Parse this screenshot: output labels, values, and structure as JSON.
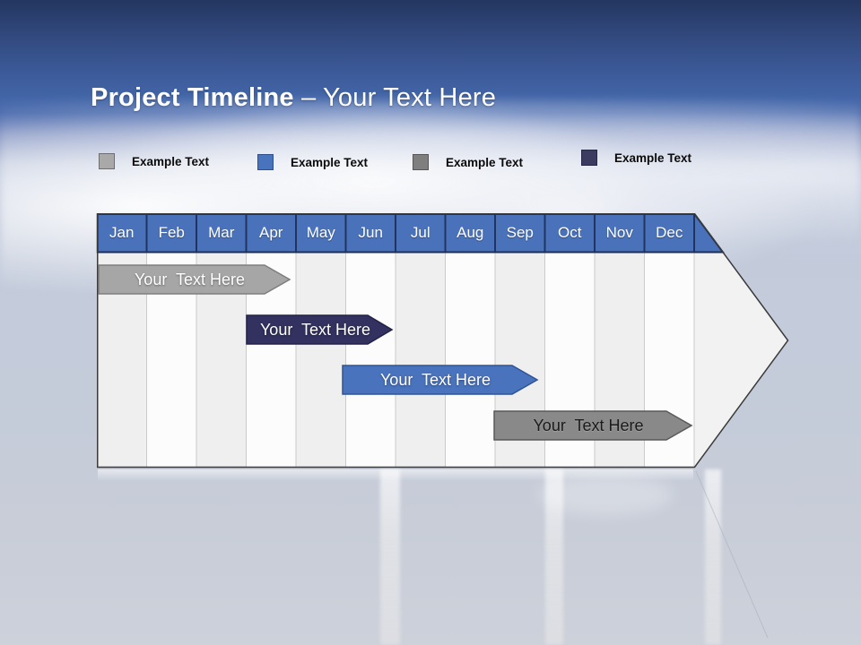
{
  "slide": {
    "title_bold": "Project Timeline",
    "title_rest": " – Your Text Here"
  },
  "legend": {
    "items": [
      {
        "label": "Example Text",
        "color": "#a9a9a9",
        "border": "#6e6e6e"
      },
      {
        "label": "Example Text",
        "color": "#4a73bd",
        "border": "#2e4f8f"
      },
      {
        "label": "Example Text",
        "color": "#7f7f7f",
        "border": "#565656"
      },
      {
        "label": "Example Text",
        "color": "#3b3b60",
        "border": "#26264a"
      }
    ]
  },
  "timeline": {
    "header_color": "#4a72ba",
    "header_border": "#1c2f57",
    "months": [
      "Jan",
      "Feb",
      "Mar",
      "Apr",
      "May",
      "Jun",
      "Jul",
      "Aug",
      "Sep",
      "Oct",
      "Nov",
      "Dec"
    ],
    "bars": [
      {
        "label": "Your  Text Here",
        "color": "#a6a6a6",
        "border": "#7e7e7e",
        "text_color": "#ffffff"
      },
      {
        "label": "Your  Text Here",
        "color": "#32315f",
        "border": "#222248",
        "text_color": "#ffffff"
      },
      {
        "label": "Your  Text Here",
        "color": "#4a73bd",
        "border": "#2f5496",
        "text_color": "#ffffff"
      },
      {
        "label": "Your  Text Here",
        "color": "#898989",
        "border": "#595959",
        "text_color": "#1a1a1a"
      }
    ]
  }
}
